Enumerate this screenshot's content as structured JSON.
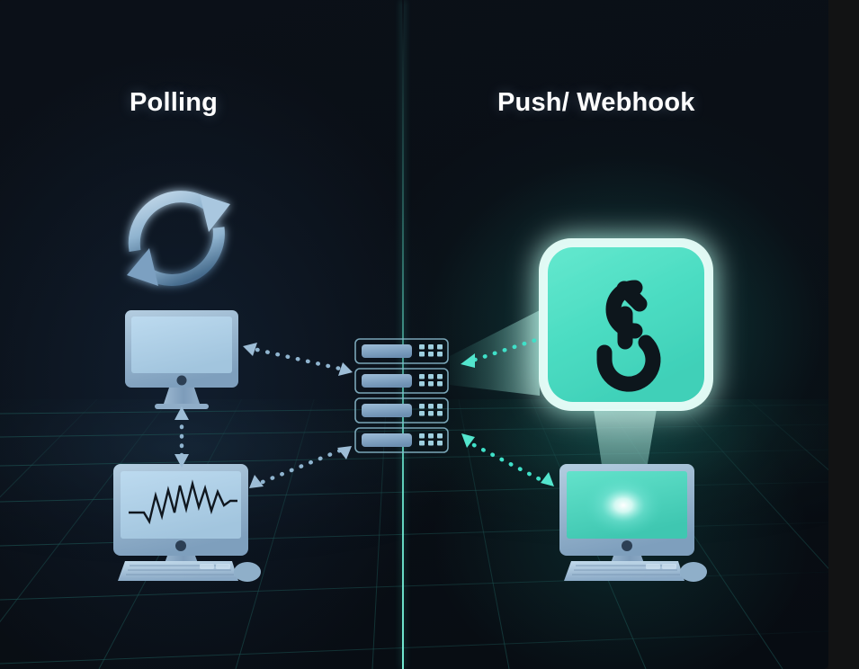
{
  "diagram": {
    "kind": "comparison-illustration",
    "headings": {
      "left": "Polling",
      "right": "Push/ Webhook"
    },
    "colors": {
      "background": "#0b1018",
      "right_strip": "#121314",
      "accent_teal": "#3fe0c8",
      "accent_teal_bright": "#6ff5dd",
      "device_blue": "#9fc4de",
      "device_blue_dark": "#6f93b4",
      "screen_blue": "#aecde3",
      "screen_teal": "#56ddc4",
      "divider": "#5fe4cb",
      "title_text": "#ffffff",
      "arrow_blue": "#8fb4cf",
      "icon_glyph": "#0d1117",
      "grid_line": "#1d4a4c"
    },
    "left_panel": {
      "name": "polling-panel",
      "elements": [
        {
          "name": "refresh-loop-icon",
          "label": "refresh-loop-icon",
          "description": "two curved arrows forming a circular polling loop"
        },
        {
          "name": "client-monitor-top",
          "label": "monitor",
          "screen": "blank"
        },
        {
          "name": "client-monitor-bottom",
          "label": "monitor-with-chart",
          "screen": "zigzag-line-chart"
        },
        {
          "name": "keyboard",
          "label": "keyboard"
        },
        {
          "name": "mouse",
          "label": "mouse"
        }
      ],
      "connectors": [
        {
          "name": "polling-arrow-vertical",
          "style": "dotted",
          "direction": "bidirectional",
          "color": "#8fb4cf"
        },
        {
          "name": "polling-arrow-top-to-server",
          "style": "dotted",
          "direction": "bidirectional",
          "color": "#8fb4cf"
        },
        {
          "name": "polling-arrow-bottom-to-server",
          "style": "dotted",
          "direction": "bidirectional",
          "color": "#8fb4cf"
        }
      ]
    },
    "center": {
      "name": "server-stack",
      "label": "server-rack",
      "unit_count": 4,
      "unit_led_grid": "3x3"
    },
    "right_panel": {
      "name": "push-webhook-panel",
      "elements": [
        {
          "name": "webhook-icon-card",
          "label": "webhook-icon",
          "description": "teal rounded square card containing a black hook glyph"
        },
        {
          "name": "client-monitor-right",
          "label": "monitor",
          "screen": "teal-glow"
        },
        {
          "name": "keyboard",
          "label": "keyboard"
        },
        {
          "name": "mouse",
          "label": "mouse"
        },
        {
          "name": "light-beam-to-servers",
          "label": "light-beam"
        },
        {
          "name": "light-beam-to-monitor",
          "label": "light-beam"
        }
      ],
      "connectors": [
        {
          "name": "push-arrow-to-server",
          "style": "dotted",
          "direction": "leftward",
          "color": "#3fe0c8"
        },
        {
          "name": "push-arrow-to-monitor",
          "style": "dotted",
          "direction": "bidirectional",
          "color": "#3fe0c8"
        }
      ]
    }
  }
}
